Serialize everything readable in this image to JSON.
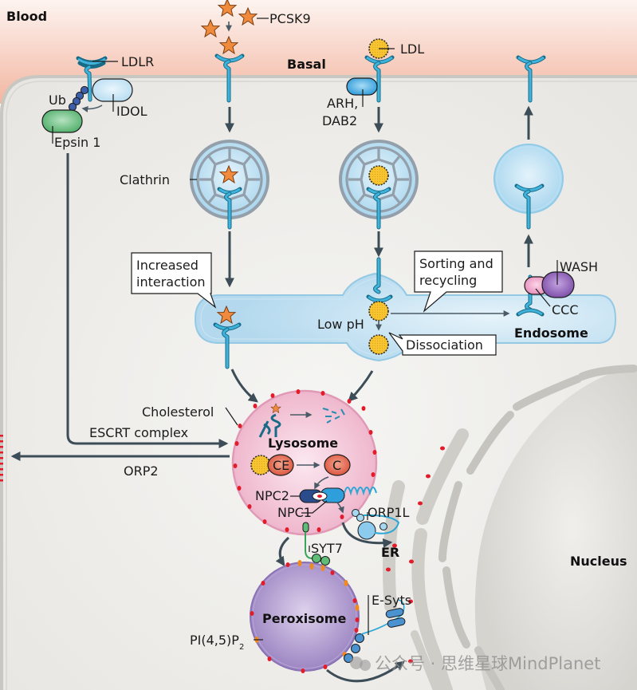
{
  "regions": {
    "blood": "Blood",
    "basal": "Basal",
    "nucleus": "Nucleus",
    "er": "ER"
  },
  "labels": {
    "ldlr": "LDLR",
    "pcsk9": "PCSK9",
    "ldl": "LDL",
    "ub": "Ub",
    "idol": "IDOL",
    "epsin1": "Epsin 1",
    "arh_line1": "ARH,",
    "arh_line2": "DAB2",
    "clathrin": "Clathrin",
    "low_ph": "Low pH",
    "wash": "WASH",
    "ccc": "CCC",
    "endosome": "Endosome",
    "cholesterol": "Cholesterol",
    "escrt": "ESCRT complex",
    "orp2": "ORP2",
    "lysosome": "Lysosome",
    "ce": "CE",
    "c": "C",
    "npc2": "NPC2",
    "npc1": "NPC1",
    "orp1l": "ORP1L",
    "syt7": "SYT7",
    "peroxisome": "Peroxisome",
    "esyts": "E-Syts",
    "pip2_main": "PI(4,5)P",
    "pip2_sub": "2"
  },
  "callouts": {
    "increased_interaction_1": "Increased",
    "increased_interaction_2": "interaction",
    "sorting_1": "Sorting and",
    "sorting_2": "recycling",
    "dissociation": "Dissociation"
  },
  "watermark": "公众号 · 思维星球MindPlanet",
  "colors": {
    "blood_top": "#fdf3ef",
    "blood_bottom": "#f2b7a3",
    "cytoplasm": "#ebe9e5",
    "receptor": "#2aa7d6",
    "pcsk9_star": "#f08a3c",
    "ldl": "#f6c12c",
    "endosome": "#b8dcef",
    "lysosome": "#f2bcd2",
    "peroxisome": "#a893c9",
    "er": "#cfcdc7",
    "epsin": "#5fbd78",
    "idol": "#c8e6f6",
    "wash": "#8a5bb0",
    "ccc": "#ef9cc6",
    "arrow": "#3d4d58",
    "marker_red": "#e21c2a",
    "marker_orange": "#f08a1e"
  }
}
